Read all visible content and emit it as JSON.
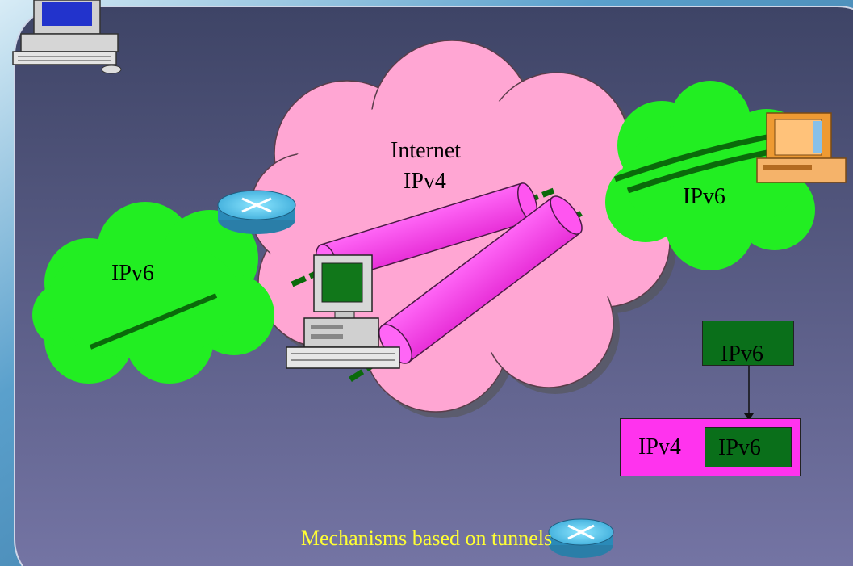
{
  "colors": {
    "panel_top": "#3e4466",
    "panel_bottom": "#7878a8",
    "ipv4_cloud": "#ffa6d3",
    "ipv6_cloud": "#22ee22",
    "tunnel": "#ff44f2",
    "tunnel_link": "#0a6a0a",
    "packet_v6": "#0a6f1a",
    "packet_v4": "#ff33ee",
    "caption": "#ffff33"
  },
  "clouds": {
    "internet": {
      "line1": "Internet",
      "line2": "IPv4"
    },
    "ipv6_left": {
      "label": "IPv6"
    },
    "ipv6_right": {
      "label": "IPv6"
    }
  },
  "legend": {
    "inner_packet": "IPv6",
    "outer_packet_label": "IPv4",
    "encapsulated_packet": "IPv6"
  },
  "icons": [
    "desktop-computer-icon",
    "router-icon",
    "workstation-icon",
    "pc-icon"
  ],
  "caption": "Mechanisms based on tunnels"
}
